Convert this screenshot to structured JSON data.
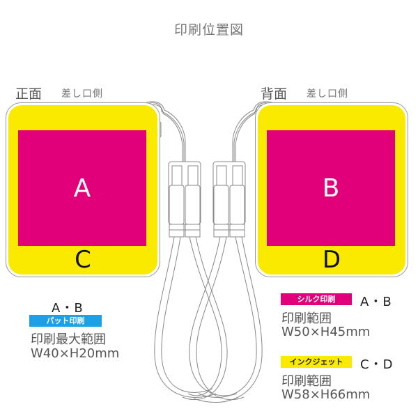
{
  "title": "印刷位置図",
  "front": {
    "label": "正面",
    "sub_label": "差し口側",
    "main_area": "A",
    "bottom_area": "C"
  },
  "back": {
    "label": "背面",
    "sub_label": "差し口側",
    "main_area": "B",
    "bottom_area": "D"
  },
  "colors": {
    "yellow": "#f9ea00",
    "magenta": "#e1007a",
    "blue": "#1ea0e6"
  },
  "pad_print": {
    "areas": "A・B",
    "badge": "パット印刷",
    "range_label": "印刷最大範囲",
    "size": "W40×H20mm"
  },
  "silk_print": {
    "badge": "シルク印刷",
    "areas": "A・B",
    "range_label": "印刷範囲",
    "size": "W50×H45mm"
  },
  "inkjet_print": {
    "badge": "インクジェット",
    "areas": "C・D",
    "range_label": "印刷範囲",
    "size": "W58×H66mm"
  }
}
